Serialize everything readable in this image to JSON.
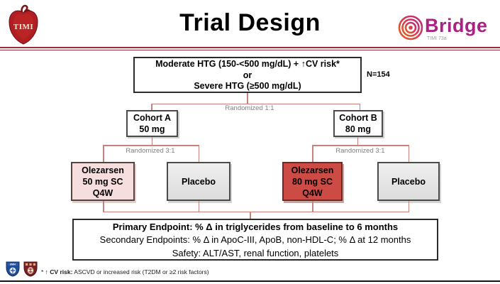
{
  "header": {
    "title": "Trial Design",
    "timi_logo_text": "TIMI",
    "bridge": {
      "name": "Bridge",
      "sub": "TIMI 73a"
    }
  },
  "diagram": {
    "eligibility": {
      "line1": "Moderate HTG (150-<500 mg/dL) + ↑CV risk*",
      "line2": "or",
      "line3": "Severe HTG (≥5​00 mg/dL)"
    },
    "n_label": "N=154",
    "randomized_1_1": "Randomized 1:1",
    "randomized_3_1_left": "Randomized 3:1",
    "randomized_3_1_right": "Randomized 3:1",
    "cohort_a": {
      "line1": "Cohort A",
      "line2": "50 mg"
    },
    "cohort_b": {
      "line1": "Cohort B",
      "line2": "80 mg"
    },
    "arm_olezarsen_50": {
      "line1": "Olezarsen",
      "line2": "50 mg SC",
      "line3": "Q4W"
    },
    "arm_placebo_left": "Placebo",
    "arm_olezarsen_80": {
      "line1": "Olezarsen",
      "line2": "80 mg SC",
      "line3": "Q4W"
    },
    "arm_placebo_right": "Placebo",
    "endpoints": {
      "primary": "Primary Endpoint: % Δ in triglycerides from baseline to 6 months",
      "secondary": "Secondary Endpoints: % Δ in ApoC-III, ApoB, non-HDL-C; % Δ  at 12 months",
      "safety": "Safety: ALT/AST, renal function, platelets"
    }
  },
  "footer": {
    "footnote_prefix": "* ↑ ",
    "footnote_bold": "CV risk:",
    "footnote_rest": " ASCVD or increased risk (T2DM or ≥2 risk factors)"
  },
  "colors": {
    "divider_red": "#9e2b3c",
    "connector_salmon": "#c8827a",
    "olezarsen_50_bg": "#f5dedd",
    "olezarsen_80_bg": "#cd4b45",
    "placebo_bg": "#e5e5e5",
    "bridge_magenta": "#a82382",
    "bridge_orange": "#e4641e",
    "timi_red": "#b01e23"
  }
}
